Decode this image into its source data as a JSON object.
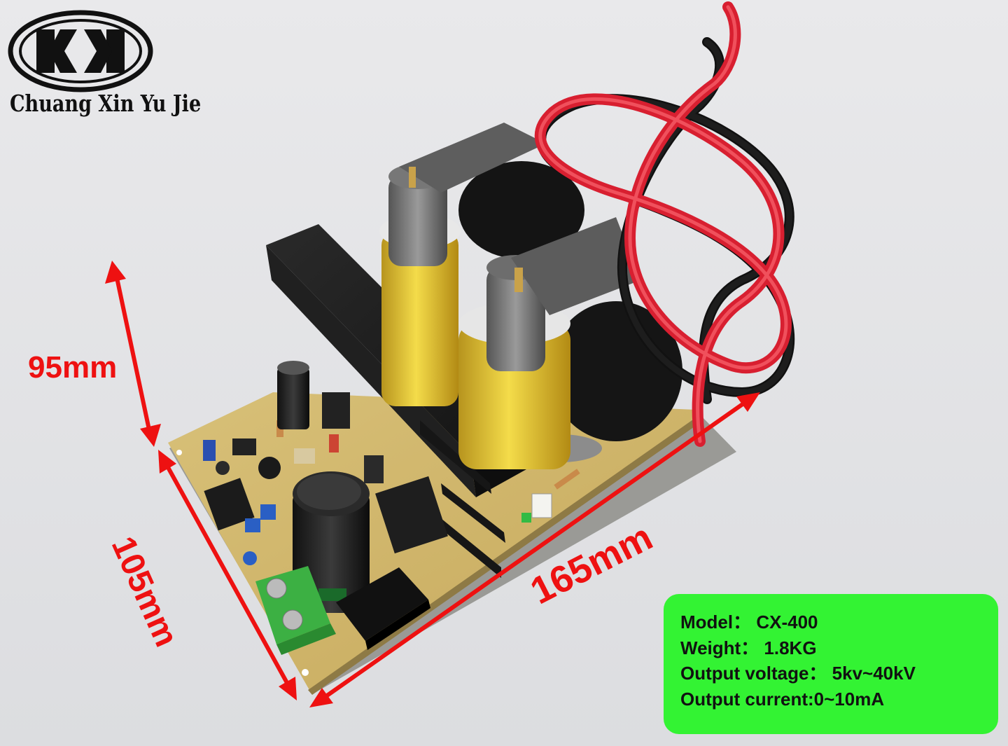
{
  "brand": {
    "logo_icon": "kk-oval-logo",
    "name": "Chuang Xin Yu Jie"
  },
  "product_icon": "high-voltage-generator-board",
  "dimensions": {
    "height_label": "95mm",
    "width_label": "105mm",
    "length_label": "165mm",
    "color": "#ee1111"
  },
  "specs": {
    "background": "#33f333",
    "model": "Model： CX-400",
    "weight": "Weight： 1.8KG",
    "voltage": "Output voltage： 5kv~40kV",
    "current": "Output current:0~10mA"
  }
}
